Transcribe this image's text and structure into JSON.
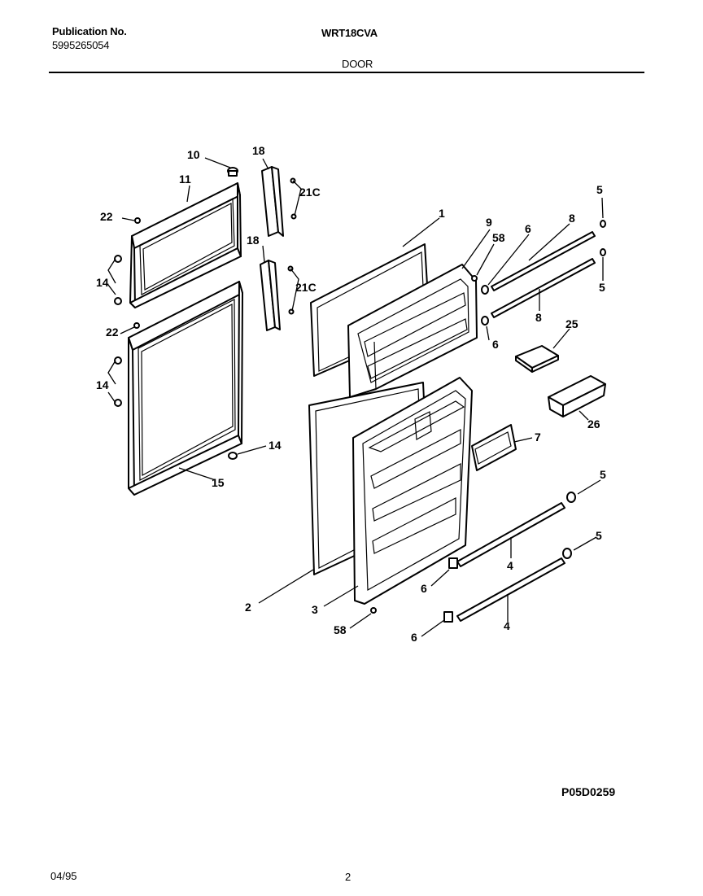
{
  "header": {
    "publication_label": "Publication No.",
    "publication_number": "5995265054",
    "model": "WRT18CVA",
    "section": "DOOR"
  },
  "footer": {
    "date": "04/95",
    "page": "2",
    "diagram_code": "P05D0259"
  },
  "callouts": {
    "c1": "1",
    "c2": "2",
    "c3": "3",
    "c4a": "4",
    "c4b": "4",
    "c5a": "5",
    "c5b": "5",
    "c5c": "5",
    "c5d": "5",
    "c6a": "6",
    "c6b": "6",
    "c6c": "6",
    "c6d": "6",
    "c7": "7",
    "c8a": "8",
    "c8b": "8",
    "c9": "9",
    "c10": "10",
    "c11": "11",
    "c14a": "14",
    "c14b": "14",
    "c14c": "14",
    "c15": "15",
    "c18a": "18",
    "c18b": "18",
    "c21a": "21C",
    "c21b": "21C",
    "c22a": "22",
    "c22b": "22",
    "c25": "25",
    "c26": "26",
    "c58a": "58",
    "c58b": "58"
  }
}
